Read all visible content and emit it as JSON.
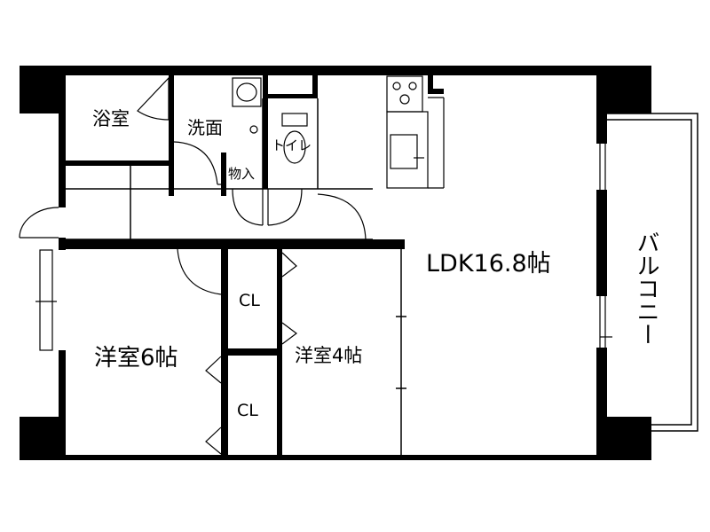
{
  "rooms": {
    "bath": "浴室",
    "washroom": "洗面",
    "toilet": "トイレ",
    "storage": "物入",
    "ldk": "LDK16.8帖",
    "western_room_1": "洋室6帖",
    "western_room_2": "洋室4帖",
    "closet_1": "CL",
    "closet_2": "CL",
    "balcony": "バルコニー"
  }
}
